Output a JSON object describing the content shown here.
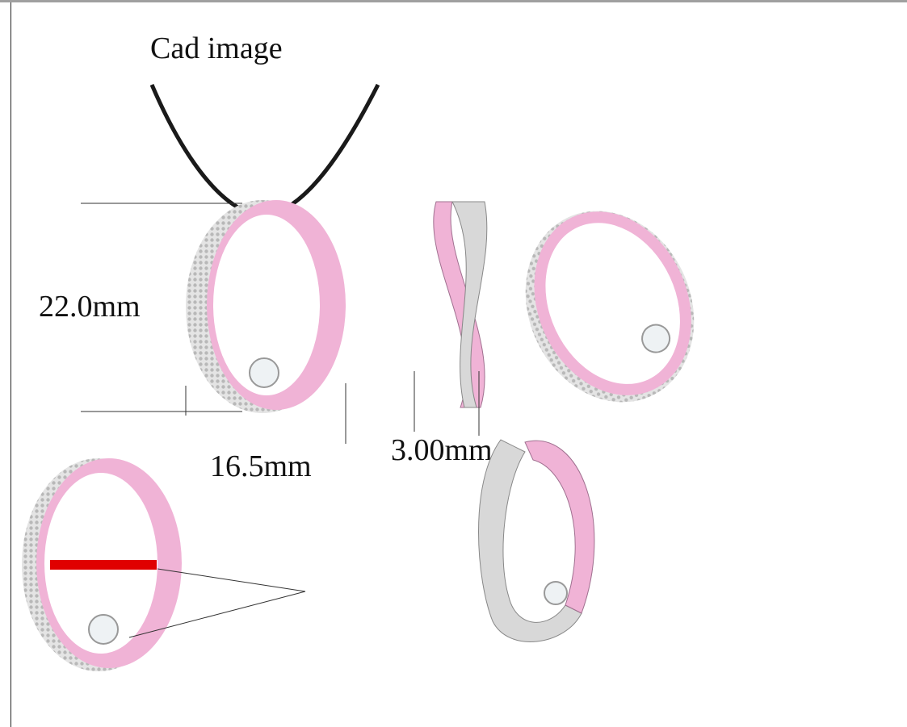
{
  "title": "Cad image",
  "dimensions": {
    "height": "22.0mm",
    "width": "16.5mm",
    "thickness": "3.00mm"
  },
  "colors": {
    "metal_pink": "#f0b3d6",
    "metal_white": "#d8d8d8",
    "cord": "#1a1a1a",
    "section_red": "#e00000"
  }
}
